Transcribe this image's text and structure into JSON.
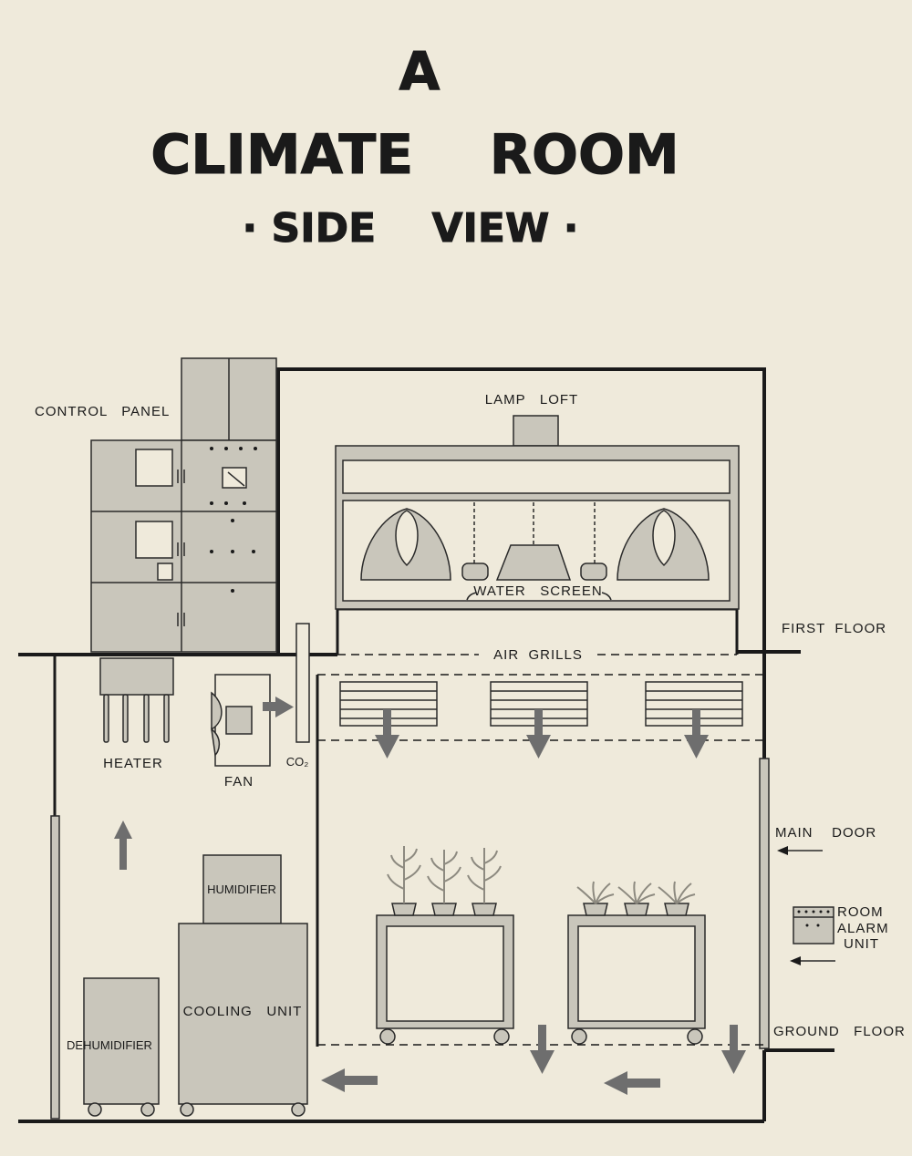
{
  "title": {
    "line1": "A",
    "line2": "CLIMATE    ROOM",
    "line3": "· SIDE    VIEW ·"
  },
  "labels": {
    "control_panel": "CONTROL   PANEL",
    "lamp_loft": "LAMP   LOFT",
    "water_screen": "WATER   SCREEN",
    "first_floor": "FIRST  FLOOR",
    "air_grills": "AIR  GRILLS",
    "heater": "HEATER",
    "fan": "FAN",
    "co2": "CO₂",
    "main_door": "MAIN    DOOR",
    "room_alarm_unit_1": "ROOM",
    "room_alarm_unit_2": "ALARM",
    "room_alarm_unit_3": "UNIT",
    "humidifier": "HUMIDIFIER",
    "cooling_unit": "COOLING   UNIT",
    "dehumidifier": "DEHUMIDIFIER",
    "ground_floor": "GROUND   FLOOR"
  },
  "colors": {
    "background": "#efeadb",
    "ink": "#1a1a1a",
    "equipment_fill": "#c9c6bb",
    "arrow": "#6e6e6e"
  }
}
